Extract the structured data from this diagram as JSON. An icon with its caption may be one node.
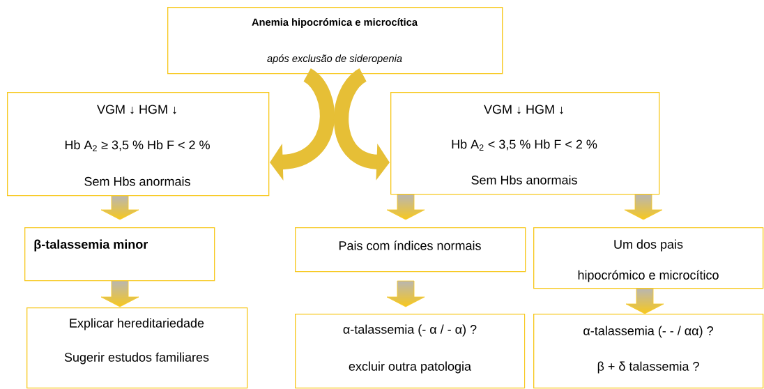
{
  "diagram": {
    "nodes": [
      {
        "text": [
          "Anemia hipocrómica e microcítica",
          "após exclusão de sideropenia"
        ]
      },
      {
        "text": [
          "VGM ↓ HGM ↓",
          "Hb A$_{2}$ ≥ 3,5 %   Hb F < 2 %",
          "Sem Hbs anormais"
        ]
      },
      {
        "text": [
          "VGM ↓ HGM ↓",
          "Hb A$_{2}$ < 3,5 %   Hb F < 2 %",
          "Sem Hbs anormais"
        ]
      },
      {
        "text": [
          "β-talassemia minor"
        ]
      },
      {
        "text": [
          "Pais com índices normais"
        ]
      },
      {
        "text": [
          "Um dos pais",
          "hipocrómico e microcítico"
        ]
      },
      {
        "text": [
          "Explicar hereditariedade",
          "Sugerir estudos familiares"
        ]
      },
      {
        "text": [
          "α-talassemia (- α / - α) ?",
          "excluir outra patologia"
        ]
      },
      {
        "text": [
          "α-talassemia (- - / αα) ?",
          "β + δ talassemia ?"
        ]
      }
    ],
    "edges": [
      {
        "from": 0,
        "to": 1,
        "arrow": "to"
      },
      {
        "from": 0,
        "to": 2,
        "arrow": "to"
      },
      {
        "from": 1,
        "to": 3,
        "arrow": "to"
      },
      {
        "from": 3,
        "to": 6,
        "arrow": "to"
      },
      {
        "from": 2,
        "to": 4,
        "arrow": "to"
      },
      {
        "from": 2,
        "to": 5,
        "arrow": "to"
      },
      {
        "from": 4,
        "to": 7,
        "arrow": "to"
      },
      {
        "from": 5,
        "to": 8,
        "arrow": "to"
      }
    ]
  }
}
